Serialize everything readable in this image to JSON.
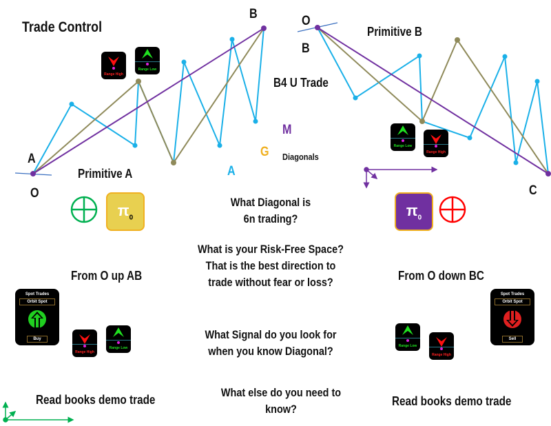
{
  "title": "Trade Control",
  "points": {
    "B_top": "B",
    "O_left": "O",
    "A_left": "A",
    "O_right": "O",
    "B_right": "B",
    "C_right": "C"
  },
  "labels": {
    "primitive_a": "Primitive A",
    "primitive_b": "Primitive B",
    "b4u": "B4 U Trade",
    "diagonals": "Diagonals",
    "legend_m": "M",
    "legend_g": "G",
    "legend_a": "A",
    "from_o_up": "From O up AB",
    "from_o_down": "From O down BC",
    "read_left": "Read books demo trade",
    "read_right": "Read books demo trade"
  },
  "questions": [
    "What Diagonal is 6n trading?",
    "What is your Risk-Free Space? That is the best direction to trade without fear or loss?",
    "What Signal do you look for when you know Diagonal?",
    "What else do you need to know?"
  ],
  "tiles": {
    "range_high": "Range High",
    "range_low": "Range Low"
  },
  "pi_symbol": "π",
  "pi_sub": "0",
  "spot_left": {
    "header": "Spot Trades",
    "mode": "Orbit Spot",
    "action": "Buy"
  },
  "spot_right": {
    "header": "Spot Trades",
    "mode": "Orbit Spot",
    "action": "Sell"
  },
  "colors": {
    "blue": "#1ab0e8",
    "tan": "#8f8a5a",
    "purple": "#7030a0",
    "green": "#00b050",
    "yellow": "#e8d050",
    "red": "#ff0000"
  }
}
